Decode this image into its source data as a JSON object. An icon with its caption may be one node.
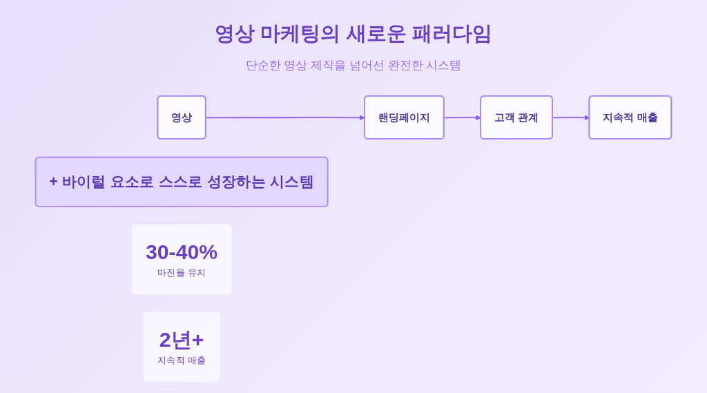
{
  "diagram": {
    "title": "영상 마케팅의 새로운 패러다임",
    "nodes": [
      {
        "text": [
          "영상"
        ]
      },
      {
        "text": [
          "랜딩페이지"
        ]
      },
      {
        "text": [
          "고객 관계"
        ]
      },
      {
        "text": [
          "지속적 매출"
        ]
      },
      {
        "text": [
          "+ 바이럴 요소로 스스로 성장하는 시스템"
        ]
      },
      {
        "text": [
          "30-40%",
          "마진율 유지"
        ]
      },
      {
        "text": [
          "2년+",
          "지속적 매출"
        ]
      }
    ],
    "edges": [
      {
        "from": 0,
        "to": 1,
        "arrow": "to"
      },
      {
        "from": 1,
        "to": 2,
        "arrow": "to"
      },
      {
        "from": 2,
        "to": 3,
        "arrow": "to"
      }
    ],
    "labels": [
      "단순한 영상 제작을 넘어선 완전한 시스템"
    ]
  }
}
